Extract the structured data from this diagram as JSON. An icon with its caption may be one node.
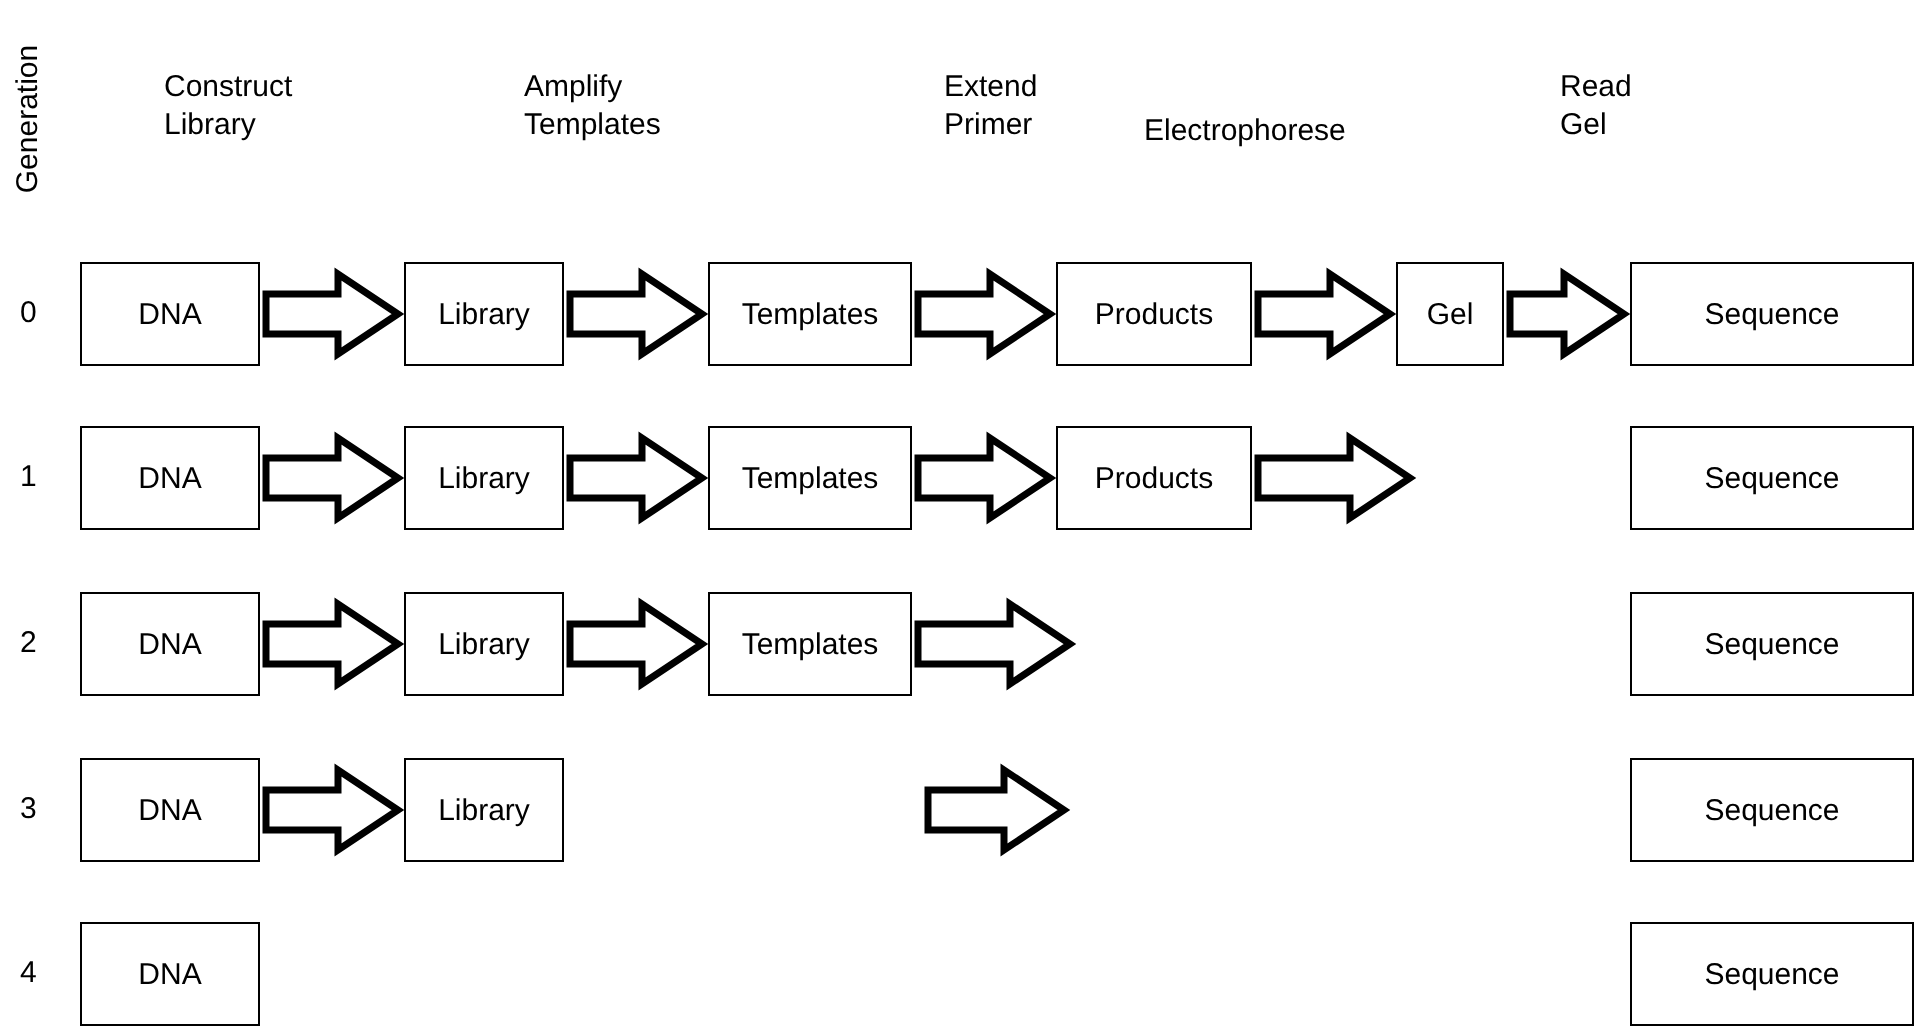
{
  "diagram": {
    "nodes": [
      {
        "text": [
          "DNA"
        ]
      },
      {
        "text": [
          "Library"
        ]
      },
      {
        "text": [
          "Templates"
        ]
      },
      {
        "text": [
          "Products"
        ]
      },
      {
        "text": [
          "Gel"
        ]
      },
      {
        "text": [
          "Sequence"
        ]
      },
      {
        "text": [
          "DNA"
        ]
      },
      {
        "text": [
          "Library"
        ]
      },
      {
        "text": [
          "Templates"
        ]
      },
      {
        "text": [
          "Products"
        ]
      },
      {
        "text": [
          "Sequence"
        ]
      },
      {
        "text": [
          "DNA"
        ]
      },
      {
        "text": [
          "Library"
        ]
      },
      {
        "text": [
          "Templates"
        ]
      },
      {
        "text": [
          "Sequence"
        ]
      },
      {
        "text": [
          "DNA"
        ]
      },
      {
        "text": [
          "Library"
        ]
      },
      {
        "text": [],
        "shape": "arrow"
      },
      {
        "text": [
          "Sequence"
        ]
      },
      {
        "text": [
          "DNA"
        ]
      },
      {
        "text": [
          "Sequence"
        ]
      }
    ],
    "edges": [
      {
        "from": 0,
        "to": 1,
        "arrow": "to"
      },
      {
        "from": 1,
        "to": 2,
        "arrow": "to"
      },
      {
        "from": 2,
        "to": 3,
        "arrow": "to"
      },
      {
        "from": 3,
        "to": 4,
        "arrow": "to"
      },
      {
        "from": 4,
        "to": 5,
        "arrow": "to"
      },
      {
        "from": 6,
        "to": 7,
        "arrow": "to"
      },
      {
        "from": 7,
        "to": 8,
        "arrow": "to"
      },
      {
        "from": 8,
        "to": 9,
        "arrow": "to"
      },
      {
        "from": 9,
        "to": null,
        "arrow": "to"
      },
      {
        "from": 11,
        "to": 12,
        "arrow": "to"
      },
      {
        "from": 12,
        "to": 13,
        "arrow": "to"
      },
      {
        "from": 13,
        "to": null,
        "arrow": "to"
      },
      {
        "from": 15,
        "to": 16,
        "arrow": "to"
      }
    ],
    "labels": [
      "Generation",
      "Construct Library",
      "Amplify Templates",
      "Extend Primer",
      "Electrophorese",
      "Read Gel",
      "0",
      "1",
      "2",
      "3",
      "4"
    ]
  }
}
